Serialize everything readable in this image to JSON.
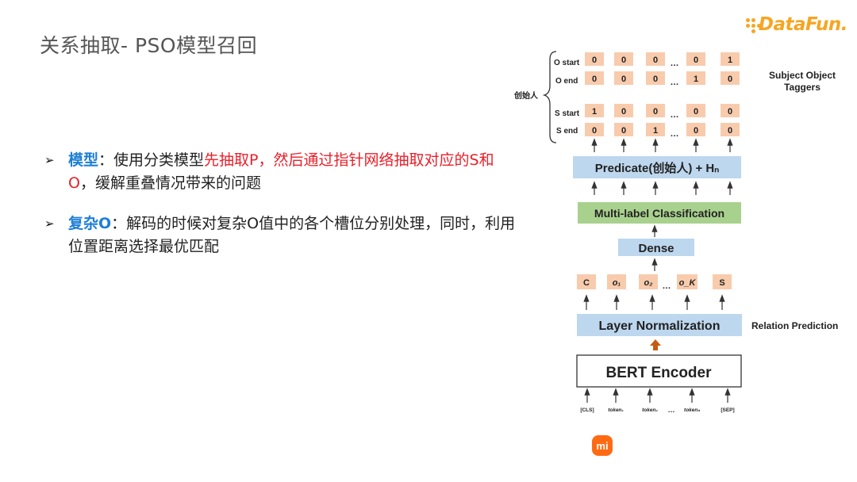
{
  "title": "关系抽取- PSO模型召回",
  "logo": {
    "text": "DataFun."
  },
  "bullets": [
    {
      "keyword": "模型",
      "sep": "：",
      "normal1": "使用分类模型",
      "red": "先抽取P，然后通过指针网络抽取对应的S和O",
      "normal2": "，缓解重叠情况带来的问题"
    },
    {
      "keyword": "复杂O",
      "sep": "：",
      "normal1": "解码的时候对复杂O值中的各个槽位分别处理，同时，利用位置距离选择最优匹配"
    }
  ],
  "diagram": {
    "brace_label": "创始人",
    "row_labels": [
      "O start",
      "O end",
      "S start",
      "S end"
    ],
    "grid": [
      [
        "0",
        "0",
        "0",
        "…",
        "0",
        "1"
      ],
      [
        "0",
        "0",
        "0",
        "…",
        "1",
        "0"
      ],
      [
        "1",
        "0",
        "0",
        "…",
        "0",
        "0"
      ],
      [
        "0",
        "0",
        "1",
        "…",
        "0",
        "0"
      ]
    ],
    "taggers_label_1": "Subject Object",
    "taggers_label_2": "Taggers",
    "predicate_box": "Predicate(创始人) + Hₙ",
    "multilabel_box": "Multi-label Classification",
    "dense_box": "Dense",
    "tokens": [
      "C",
      "o₁",
      "o₂",
      "…",
      "o_K",
      "S"
    ],
    "layer_norm_box": "Layer Normalization",
    "relation_label": "Relation Prediction",
    "bert_box": "BERT Encoder",
    "input_tokens": [
      "[CLS]",
      "token₁",
      "token₂",
      "…",
      "tokenₙ",
      "[SEP]"
    ]
  },
  "footer_logo": {
    "text": "mi"
  },
  "colors": {
    "accent_blue": "#1e7fd6",
    "accent_red": "#e8202a",
    "cell_bg": "#f8cbad",
    "box_blue": "#bdd7ee",
    "box_green": "#a9d18e",
    "logo_orange": "#f5a623"
  }
}
